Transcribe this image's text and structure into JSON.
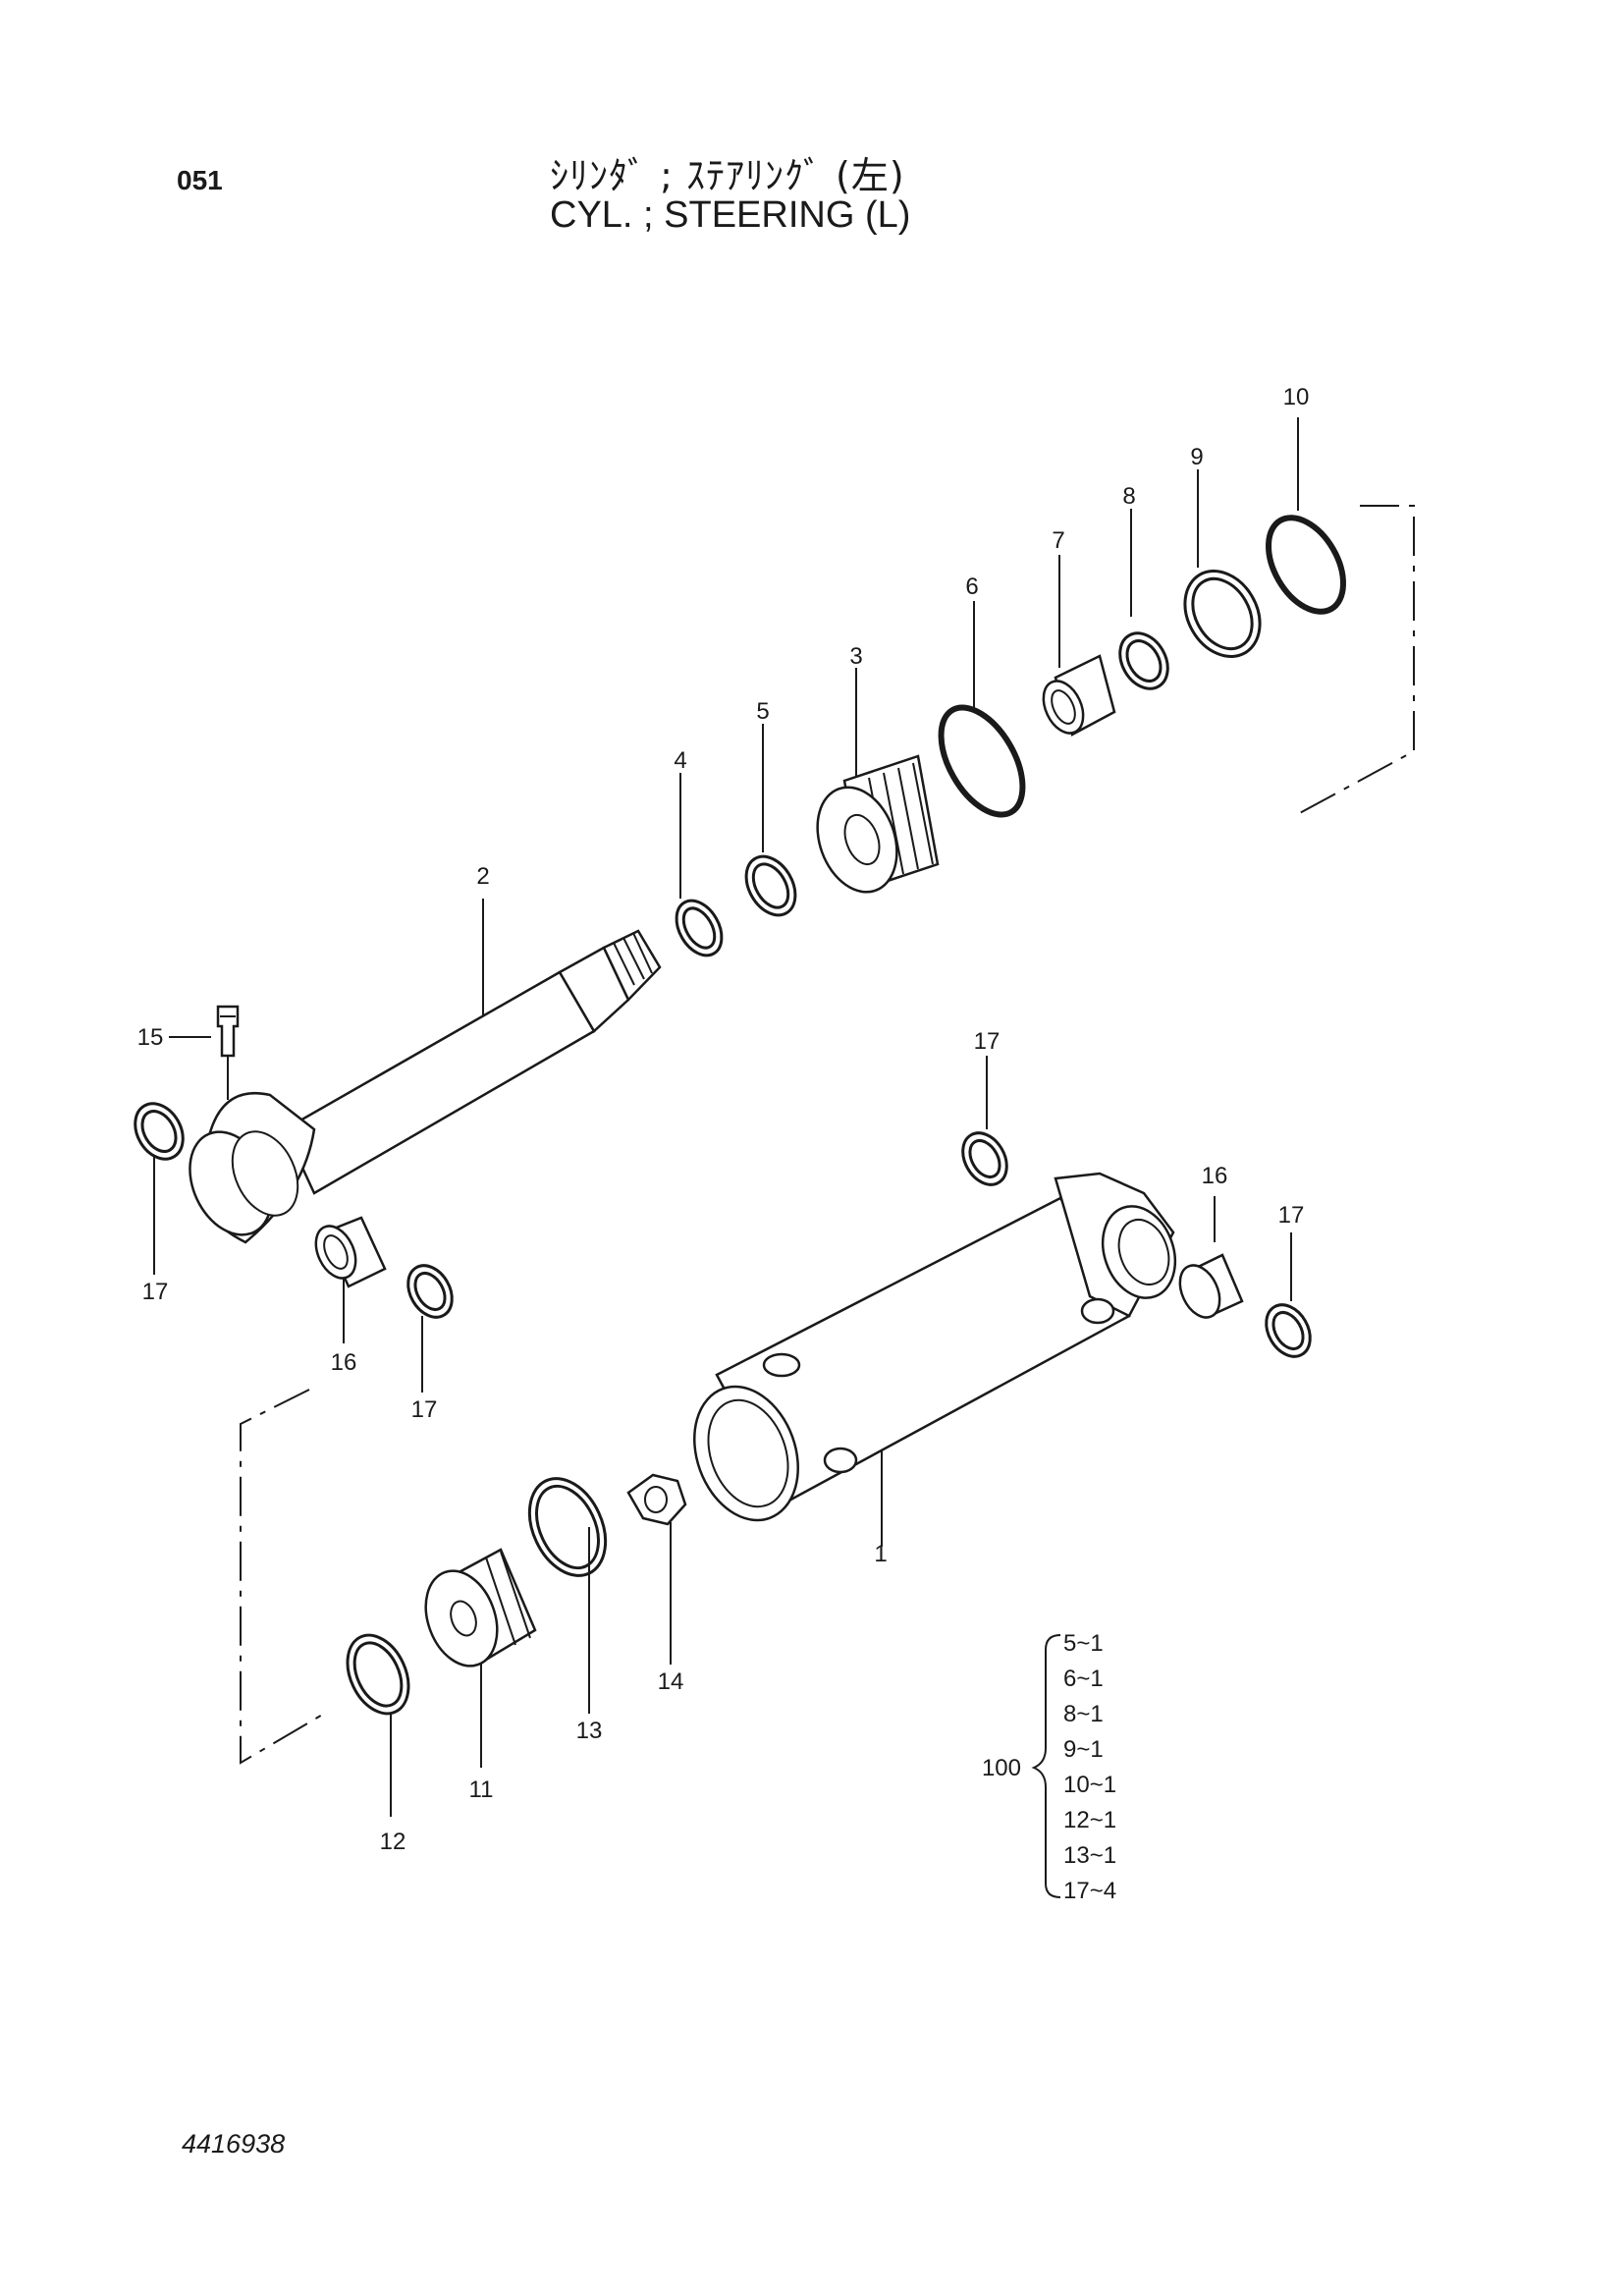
{
  "page_number": "051",
  "title_jp": "ｼﾘﾝﾀﾞ ; ｽﾃｱﾘﾝｸﾞ (左)",
  "title_en": "CYL. ; STEERING (L)",
  "document_number": "4416938",
  "callouts": [
    "1",
    "2",
    "3",
    "4",
    "5",
    "6",
    "7",
    "8",
    "9",
    "10",
    "11",
    "12",
    "13",
    "14",
    "15",
    "16",
    "16",
    "17",
    "17",
    "17",
    "17"
  ],
  "kit": {
    "number": "100",
    "items": [
      "5~1",
      "6~1",
      "8~1",
      "9~1",
      "10~1",
      "12~1",
      "13~1",
      "17~4"
    ]
  }
}
